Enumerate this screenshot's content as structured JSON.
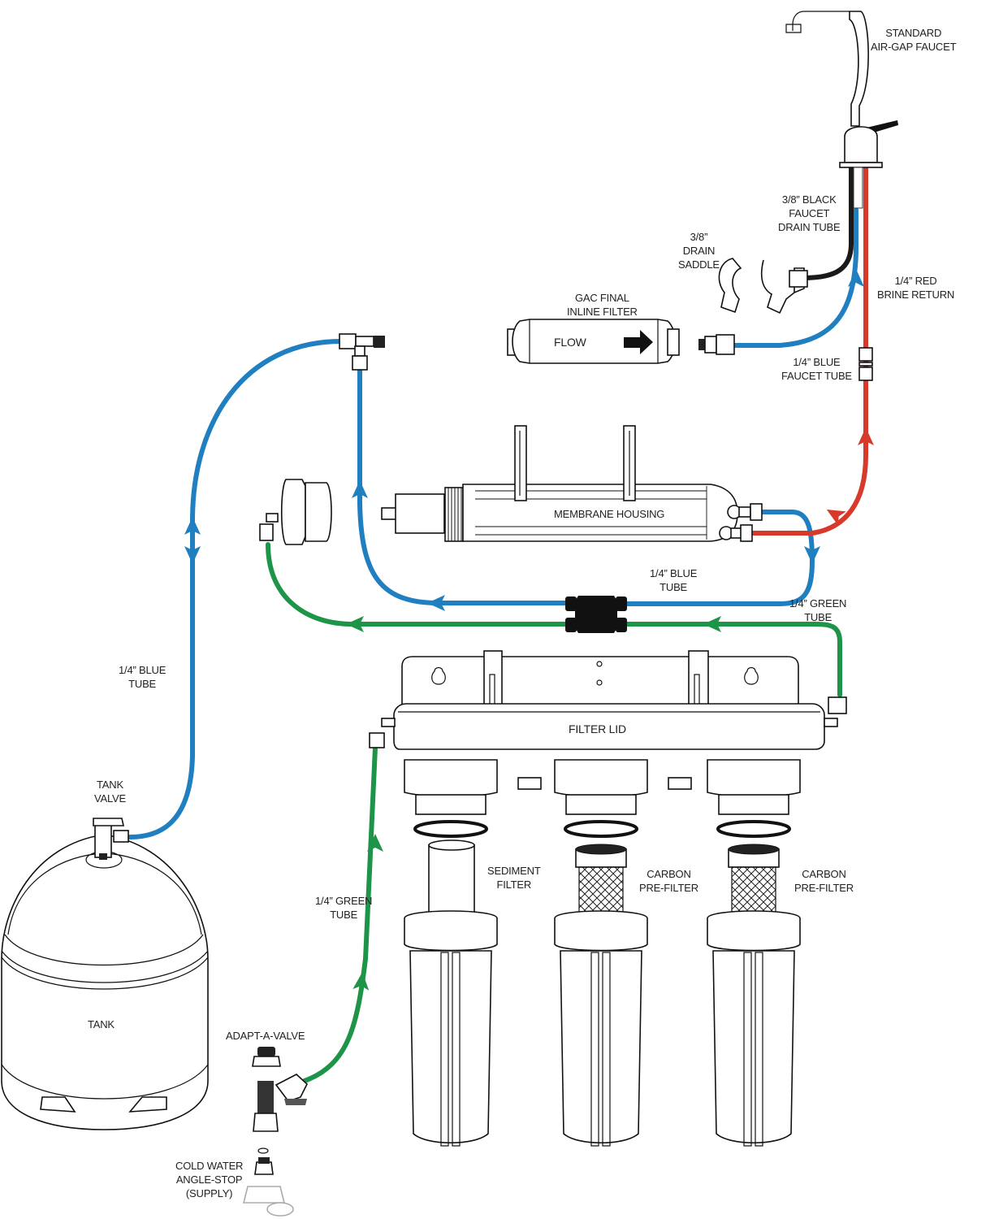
{
  "title": "Reverse Osmosis Water Filtration System Installation Diagram",
  "colors": {
    "blue_tube": "#1f7fc1",
    "green_tube": "#1e9448",
    "red_tube": "#d73a2b",
    "black_tube": "#1a1a1a",
    "outline": "#111111"
  },
  "labels": {
    "faucet": [
      "STANDARD",
      "AIR-GAP FAUCET"
    ],
    "black_drain_tube": [
      "3/8” BLACK",
      "FAUCET",
      "DRAIN TUBE"
    ],
    "drain_saddle": [
      "3/8”",
      "DRAIN",
      "SADDLE"
    ],
    "red_brine": [
      "1/4” RED",
      "BRINE RETURN"
    ],
    "gac_filter": [
      "GAC FINAL",
      "INLINE FILTER"
    ],
    "flow": "FLOW",
    "blue_faucet_tube": [
      "1/4” BLUE",
      "FAUCET TUBE"
    ],
    "membrane_housing": "MEMBRANE HOUSING",
    "blue_tube_center": [
      "1/4” BLUE",
      "TUBE"
    ],
    "green_tube_right": [
      "1/4” GREEN",
      "TUBE"
    ],
    "blue_tube_left": [
      "1/4” BLUE",
      "TUBE"
    ],
    "filter_lid": "FILTER LID",
    "tank_valve": [
      "TANK",
      "VALVE"
    ],
    "sediment_filter": [
      "SEDIMENT",
      "FILTER"
    ],
    "carbon_prefilter_1": [
      "CARBON",
      "PRE-FILTER"
    ],
    "carbon_prefilter_2": [
      "CARBON",
      "PRE-FILTER"
    ],
    "green_tube_left": [
      "1/4” GREEN",
      "TUBE"
    ],
    "tank": "TANK",
    "adapt_a_valve": "ADAPT-A-VALVE",
    "cold_water": [
      "COLD WATER",
      "ANGLE-STOP",
      "(SUPPLY)"
    ]
  }
}
